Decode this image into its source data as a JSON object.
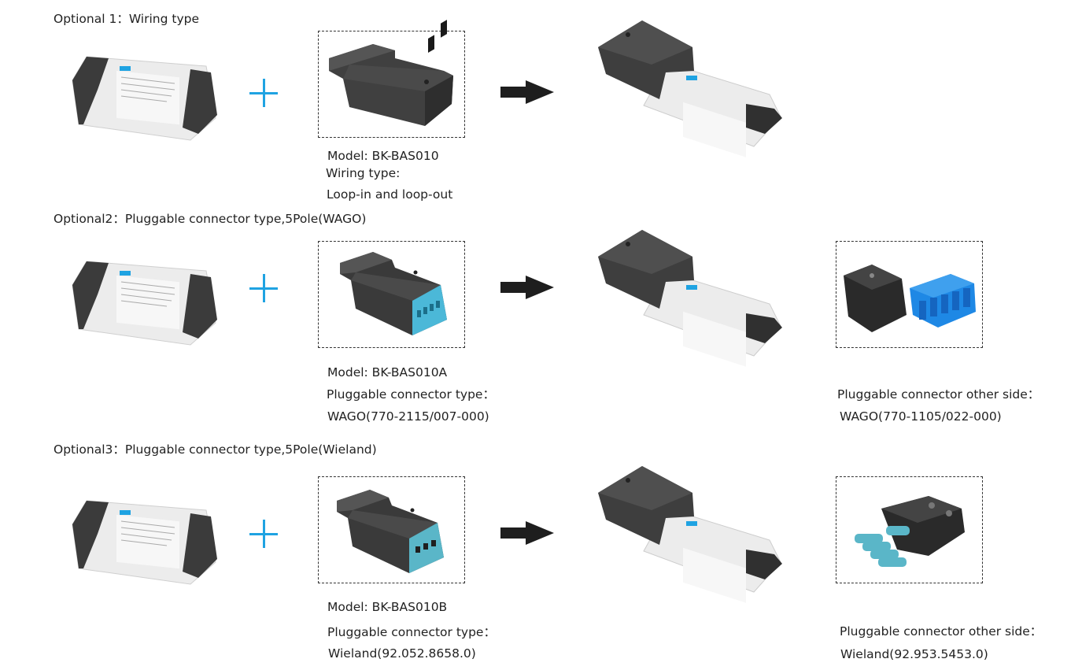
{
  "sections": [
    {
      "heading": "Optional 1：Wiring type",
      "cover": {
        "model": "Model: BK-BAS010",
        "line2": "Wiring type:",
        "line3": "Loop-in and loop-out",
        "port_color": "#2a2a2a"
      }
    },
    {
      "heading": "Optional2：Pluggable connector type,5Pole(WAGO)",
      "cover": {
        "model": "Model: BK-BAS010A",
        "line2": "Pluggable connector type：",
        "line3": "WAGO(770-2115/007-000)",
        "port_color": "#4bb8d8"
      },
      "other_side": {
        "line1": "Pluggable connector other side：",
        "line2": "WAGO(770-1105/022-000)"
      }
    },
    {
      "heading": "Optional3：Pluggable connector type,5Pole(Wieland)",
      "cover": {
        "model": "Model: BK-BAS010B",
        "line2": "Pluggable connector type：",
        "line3": "Wieland(92.052.8658.0)",
        "port_color": "#5ab6c8"
      },
      "other_side": {
        "line1": "Pluggable connector other side：",
        "line2": "Wieland(92.953.5453.0)"
      }
    }
  ],
  "colors": {
    "plus": "#1fa3e2",
    "arrow": "#1e1e1e",
    "cover": "#3a3a3a",
    "driver_body": "#ededed",
    "wago_blue": "#1e88e5"
  },
  "icons": [
    "plus-icon",
    "arrow-right-icon",
    "led-driver-image",
    "terminal-cover-image",
    "assembled-driver-image",
    "connector-image"
  ]
}
